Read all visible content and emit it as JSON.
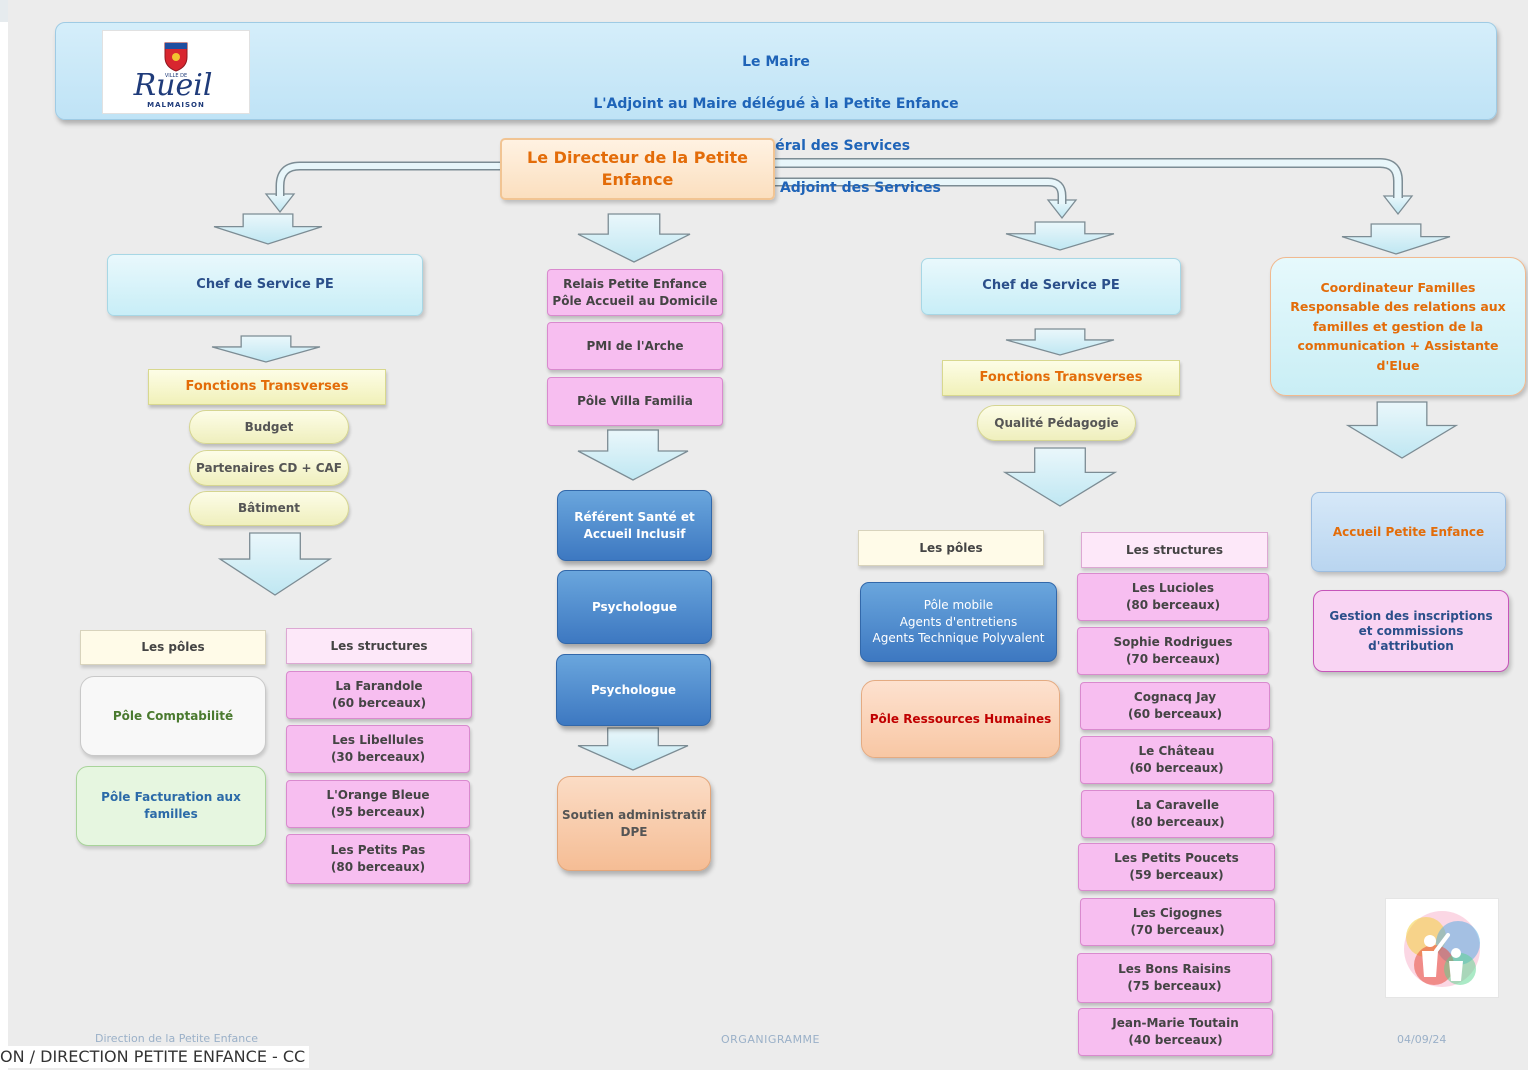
{
  "header": {
    "lines": [
      "Le Maire",
      "L'Adjoint au Maire délégué à la Petite Enfance",
      "Le Directeur Général des Services",
      "Le Directeur Général Adjoint des Services"
    ],
    "logo": {
      "top": "VILLE DE",
      "name": "Rueil",
      "city": "MALMAISON"
    }
  },
  "director": "Le Directeur de la Petite Enfance",
  "left": {
    "chef": "Chef de Service PE",
    "fonctions": "Fonctions Transverses",
    "items": [
      "Budget",
      "Partenaires CD + CAF",
      "Bâtiment"
    ],
    "poles_header": "Les pôles",
    "structures_header": "Les structures",
    "poles": [
      "Pôle Comptabilité",
      "Pôle Facturation aux\nfamilles"
    ],
    "structures": [
      "La Farandole\n(60 berceaux)",
      "Les Libellules\n(30 berceaux)",
      "L'Orange Bleue\n(95 berceaux)",
      "Les Petits Pas\n(80 berceaux)"
    ]
  },
  "center": {
    "top_items": [
      "Relais Petite Enfance\nPôle Accueil au Domicile",
      "PMI de l'Arche",
      "Pôle Villa Familia"
    ],
    "blue_items": [
      "Référent Santé et\nAccueil Inclusif",
      "Psychologue",
      "Psychologue"
    ],
    "soutien": "Soutien administratif\nDPE"
  },
  "right": {
    "chef": "Chef de Service PE",
    "fonctions": "Fonctions Transverses",
    "qualite": "Qualité Pédagogie",
    "poles_header": "Les pôles",
    "structures_header": "Les structures",
    "pole_mobile": "Pôle mobile\nAgents d'entretiens\nAgents Technique Polyvalent",
    "pole_rh": "Pôle Ressources Humaines",
    "structures": [
      "Les Lucioles\n(80 berceaux)",
      "Sophie Rodrigues\n(70 berceaux)",
      "Cognacq Jay\n(60 berceaux)",
      "Le Château\n(60 berceaux)",
      "La Caravelle\n(80 berceaux)",
      "Les Petits Poucets\n(59 berceaux)",
      "Les Cigognes\n(70 berceaux)",
      "Les Bons Raisins\n(75 berceaux)",
      "Jean-Marie Toutain\n(40 berceaux)"
    ]
  },
  "far_right": {
    "coordinateur": "Coordinateur Familles\nResponsable des relations aux\nfamilles et gestion de la\ncommunication + Assistante\nd'Elue",
    "accueil": "Accueil Petite Enfance",
    "gestion": "Gestion des inscriptions\net commissions\nd'attribution"
  },
  "footer": {
    "left": "Direction de la Petite Enfance",
    "center": "ORGANIGRAMME",
    "right": "04/09/24"
  },
  "bottom_text": "ON / DIRECTION PETITE ENFANCE - CC",
  "colors": {
    "header_text": "#1f64b8",
    "orange_text": "#e36c09",
    "pink_box": "#f7bef0",
    "blue_box": "#4a88cf",
    "rh_text": "#c00000"
  }
}
